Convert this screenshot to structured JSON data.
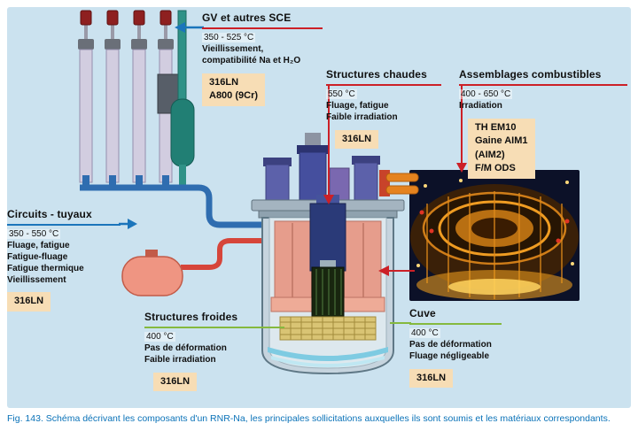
{
  "caption": "Fig. 143. Schéma décrivant les composants d'un RNR-Na, les principales sollicitations auxquelles ils sont soumis et les matériaux correspondants.",
  "colors": {
    "panel_bg": "#cbe2ef",
    "accent_red": "#cc2027",
    "accent_blue": "#1b75bb",
    "accent_green": "#85b93e",
    "materials_box_bg": "#f7ddb5",
    "caption_blue": "#0a72b8"
  },
  "labels": {
    "gv": {
      "title": "GV et autres SCE",
      "temp": "350 - 525 °C",
      "lines": [
        "Vieillissement,",
        "compatibilité Na et H₂O"
      ],
      "materials": [
        "316LN",
        "A800 (9Cr)"
      ]
    },
    "structures_chaudes": {
      "title": "Structures chaudes",
      "temp": "550 °C",
      "lines": [
        "Fluage, fatigue",
        "Faible irradiation"
      ],
      "materials": [
        "316LN"
      ]
    },
    "assemblages_combustibles": {
      "title": "Assemblages combustibles",
      "temp": "400 - 650 °C",
      "lines": [
        "Irradiation"
      ],
      "materials": [
        "TH EM10",
        "Gaine AIM1",
        "(AIM2)",
        "F/M ODS"
      ]
    },
    "circuits_tuyaux": {
      "title": "Circuits - tuyaux",
      "temp": "350 - 550 °C",
      "lines": [
        "Fluage, fatigue",
        "Fatigue-fluage",
        "Fatigue thermique",
        "Vieillissement"
      ],
      "materials": [
        "316LN"
      ]
    },
    "structures_froides": {
      "title": "Structures froides",
      "temp": "400 °C",
      "lines": [
        "Pas de déformation",
        "Faible irradiation"
      ],
      "materials": [
        "316LN"
      ]
    },
    "cuve": {
      "title": "Cuve",
      "temp": "400 °C",
      "lines": [
        "Pas de déformation",
        "Fluage négligeable"
      ],
      "materials": [
        "316LN"
      ]
    }
  }
}
